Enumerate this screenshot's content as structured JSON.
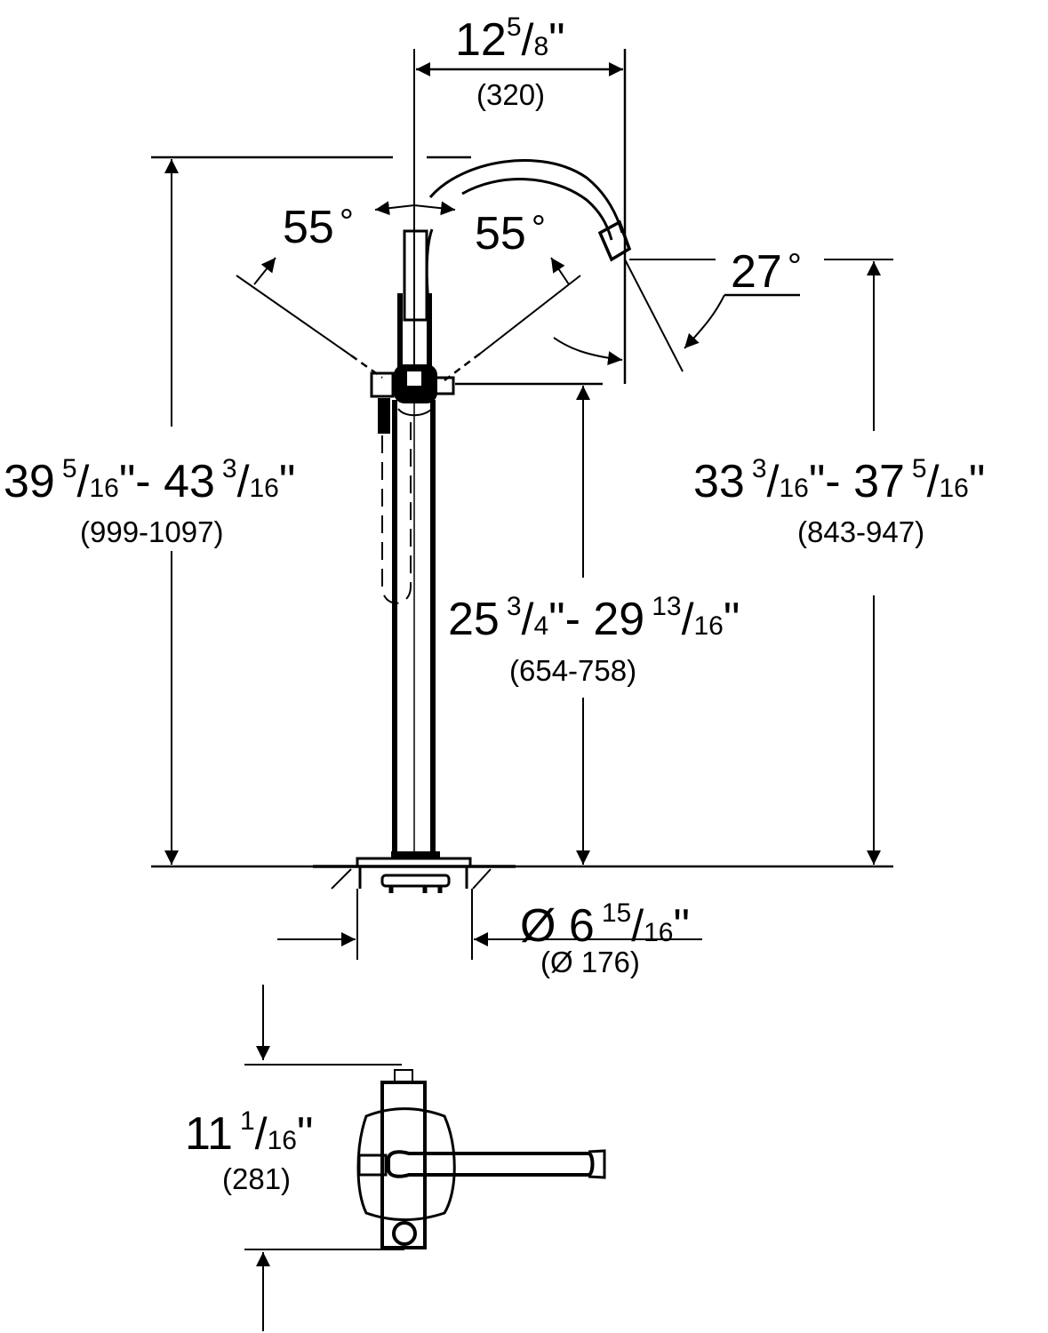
{
  "title": "Freestanding tub filler dimension drawing",
  "colors": {
    "line": "#000000",
    "background": "#ffffff"
  },
  "dimensions": {
    "spout_reach": {
      "whole": "12",
      "num": "5",
      "den": "8",
      "unit": "\"",
      "metric": "(320)"
    },
    "overall_height": {
      "min_whole": "39",
      "min_num": "5",
      "min_den": "16",
      "max_whole": "43",
      "max_num": "3",
      "max_den": "16",
      "unit": "\"",
      "sep": "-",
      "metric": "(999-1097)"
    },
    "spout_height": {
      "min_whole": "33",
      "min_num": "3",
      "min_den": "16",
      "max_whole": "37",
      "max_num": "5",
      "max_den": "16",
      "unit": "\"",
      "sep": "-",
      "metric": "(843-947)"
    },
    "handle_height": {
      "min_whole": "25",
      "min_num": "3",
      "min_den": "4",
      "max_whole": "29",
      "max_num": "13",
      "max_den": "16",
      "unit": "\"",
      "sep": "-",
      "metric": "(654-758)"
    },
    "base_diameter": {
      "symbol": "Ø",
      "whole": "6",
      "num": "15",
      "den": "16",
      "unit": "\"",
      "metric": "(Ø 176)"
    },
    "top_view_depth": {
      "whole": "11",
      "num": "1",
      "den": "16",
      "unit": "\"",
      "metric": "(281)"
    }
  },
  "angles": {
    "handle_left": "55",
    "handle_right": "55",
    "spout_tilt": "27",
    "degree_symbol": "°"
  }
}
